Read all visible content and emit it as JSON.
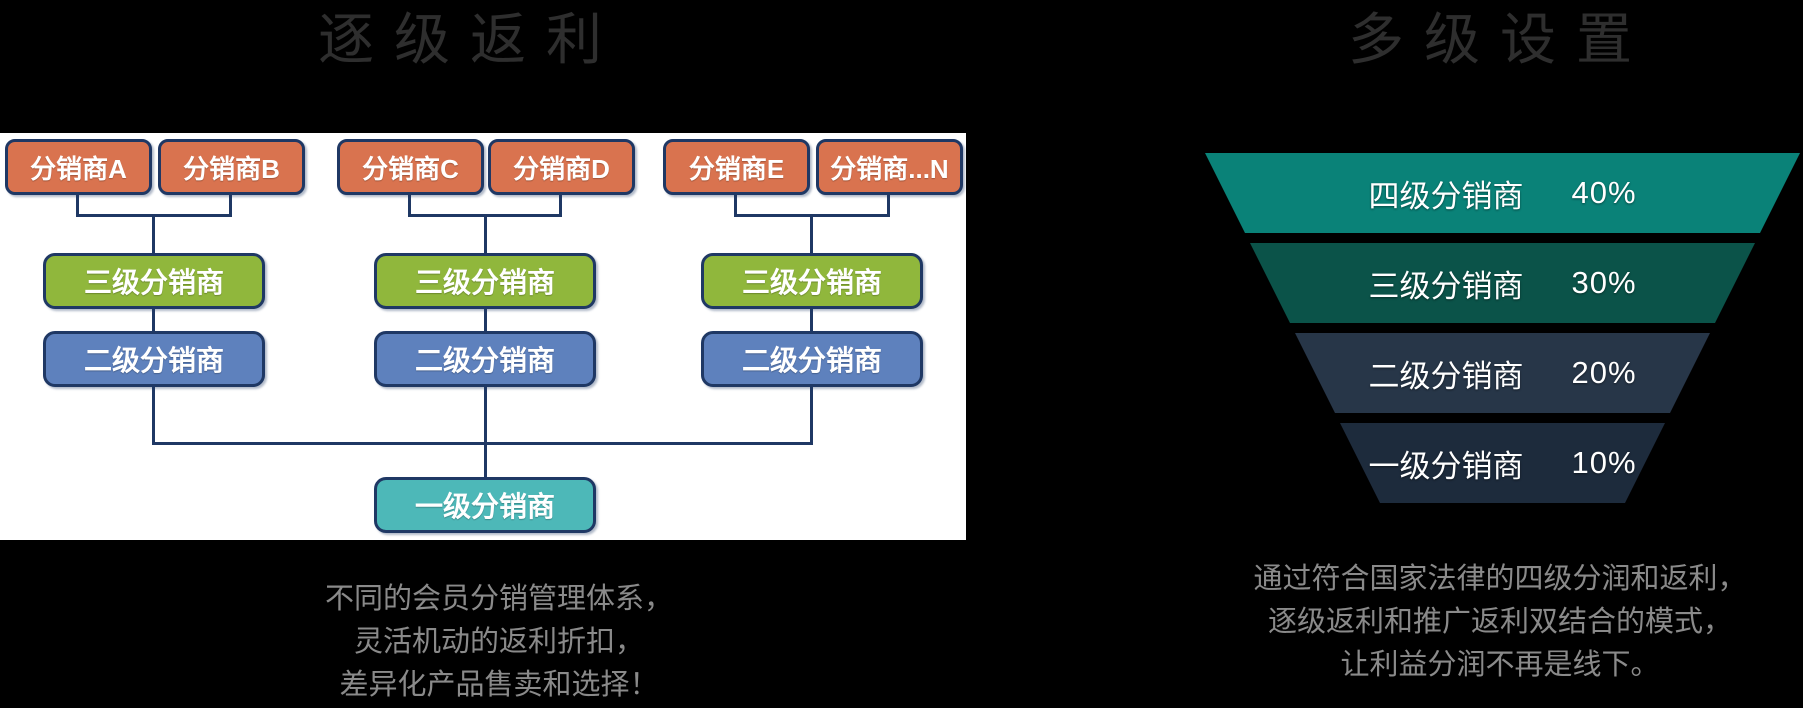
{
  "left_section": {
    "title": "逐级返利",
    "distributors": [
      "分销商A",
      "分销商B",
      "分销商C",
      "分销商D",
      "分销商E",
      "分销商...N"
    ],
    "level3_label": "三级分销商",
    "level2_label": "二级分销商",
    "level1_label": "一级分销商",
    "caption": [
      "不同的会员分销管理体系，",
      "灵活机动的返利折扣，",
      "差异化产品售卖和选择！"
    ]
  },
  "right_section": {
    "title": "多级设置",
    "funnel": [
      {
        "label": "四级分销商",
        "percent": "40%",
        "color": "#0A8278"
      },
      {
        "label": "三级分销商",
        "percent": "30%",
        "color": "#0B5349"
      },
      {
        "label": "二级分销商",
        "percent": "20%",
        "color": "#273648"
      },
      {
        "label": "一级分销商",
        "percent": "10%",
        "color": "#1D2B3C"
      }
    ],
    "caption": [
      "通过符合国家法律的四级分润和返利，",
      "逐级返利和推广返利双结合的模式，",
      "让利益分润不再是线下。"
    ]
  },
  "colors": {
    "background": "#000000",
    "panel": "#FFFFFF",
    "distributor_box": "#D9734F",
    "level3_box": "#90B73C",
    "level2_box": "#5E81BD",
    "level1_box": "#4DB8B8",
    "connector": "#1F3864",
    "title_text": "#2E2E2E",
    "caption_text": "#8A8A8A"
  },
  "chart_data": {
    "type": "funnel",
    "title": "多级设置",
    "categories": [
      "四级分销商",
      "三级分销商",
      "二级分销商",
      "一级分销商"
    ],
    "values": [
      40,
      30,
      20,
      10
    ],
    "unit": "%",
    "legend_position": "none",
    "grid": false
  }
}
